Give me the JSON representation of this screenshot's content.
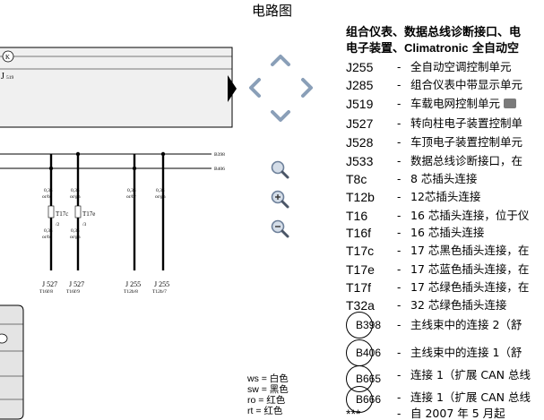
{
  "page": {
    "title": "电路图"
  },
  "diagram": {
    "module_label": "J",
    "module_sub": "519",
    "module_symbol": "K",
    "bus_top": "B398",
    "bus_bottom": "B406",
    "wires": [
      {
        "gauge": "0,35",
        "color": "or/br",
        "conn": "T17c",
        "pin": "/2",
        "gauge2": "0,35",
        "color2": "or/br",
        "dest": "J 527",
        "dest_pin": "T16f/8"
      },
      {
        "gauge": "0,35",
        "color": "or/gn",
        "conn": "T17e",
        "pin": "/3",
        "gauge2": "0,35",
        "color2": "or/gn",
        "dest": "J 527",
        "dest_pin": "T16f/9"
      },
      {
        "gauge": "0,35",
        "color": "or/br",
        "dest": "J 255",
        "dest_pin": "T12b/8"
      },
      {
        "gauge": "0,35",
        "color": "or/gn",
        "dest": "J 255",
        "dest_pin": "T12b/7"
      }
    ]
  },
  "legend": {
    "heading_line1": "组合仪表、数据总线诊断接口、电",
    "heading_line2_a": "电子装置、",
    "heading_line2_b": "Climatronic",
    "heading_line2_c": " 全自动空",
    "items": [
      {
        "code": "J255",
        "desc": "全自动空调控制单元"
      },
      {
        "code": "J285",
        "desc": "组合仪表中带显示单元"
      },
      {
        "code": "J519",
        "desc": "车载电网控制单元"
      },
      {
        "code": "J527",
        "desc": "转向柱电子装置控制单"
      },
      {
        "code": "J528",
        "desc": "车顶电子装置控制单元"
      },
      {
        "code": "J533",
        "desc": "数据总线诊断接口，在"
      },
      {
        "code": "T8c",
        "desc": "8 芯插头连接"
      },
      {
        "code": "T12b",
        "desc": "12芯插头连接"
      },
      {
        "code": "T16",
        "desc": "16 芯插头连接，位于仪"
      },
      {
        "code": "T16f",
        "desc": "16 芯插头连接"
      },
      {
        "code": "T17c",
        "desc": "17 芯黑色插头连接，在"
      },
      {
        "code": "T17e",
        "desc": "17 芯蓝色插头连接，在"
      },
      {
        "code": "T17f",
        "desc": "17 芯绿色插头连接，在"
      },
      {
        "code": "T32a",
        "desc": "32 芯绿色插头连接"
      }
    ],
    "circles": [
      {
        "code": "B398",
        "desc": "主线束中的连接 2（舒"
      },
      {
        "code": "B406",
        "desc": "主线束中的连接 1（舒"
      },
      {
        "code": "B665",
        "desc": "连接 1（扩展 CAN 总线"
      },
      {
        "code": "B666",
        "desc": "连接 1（扩展 CAN 总线"
      }
    ],
    "footer": {
      "code": "***",
      "desc": "自 2007 年 5 月起"
    }
  },
  "color_codes": [
    "ws = 白色",
    "sw = 黑色",
    "ro = 红色",
    "rt = 红色"
  ]
}
